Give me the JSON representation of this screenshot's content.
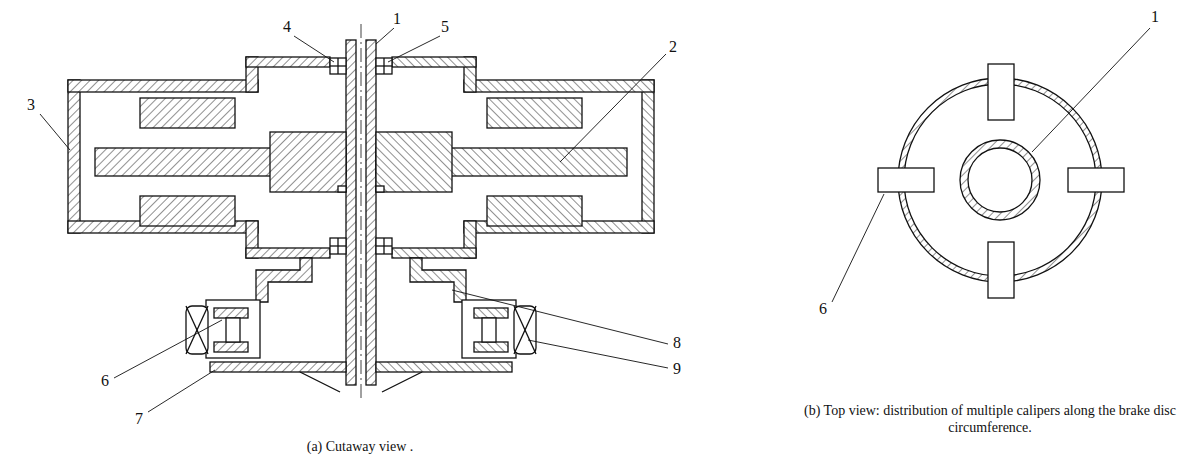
{
  "diagram": {
    "labels": [
      "4",
      "1",
      "5",
      "2",
      "3",
      "6",
      "8",
      "7",
      "9",
      "(a) Cutaway view .",
      "1",
      "6",
      "(b) Top view: distribution of multiple calipers along the brake disc circumference."
    ]
  }
}
